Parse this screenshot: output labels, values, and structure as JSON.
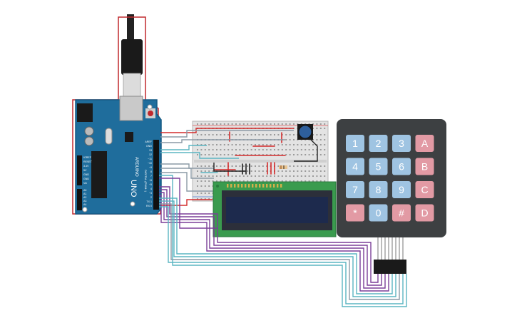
{
  "arduino": {
    "brand": "ARDUINO",
    "model": "UNO",
    "header_labels": [
      "AREF",
      "GND",
      "13",
      "12",
      "~11",
      "~10",
      "~9",
      "8",
      "7",
      "~6",
      "~5",
      "4",
      "~3",
      "2",
      "TX 1",
      "RX 0"
    ],
    "power_labels": [
      "IOREF",
      "RESET",
      "3.3V",
      "5V",
      "GND",
      "GND",
      "Vin"
    ],
    "analog_labels": [
      "A0",
      "A1",
      "A2",
      "A3",
      "A4",
      "A5"
    ],
    "digital_title": "DIGITAL (PWM~)"
  },
  "keypad": {
    "keys": [
      {
        "label": "1",
        "kind": "num"
      },
      {
        "label": "2",
        "kind": "num"
      },
      {
        "label": "3",
        "kind": "num"
      },
      {
        "label": "A",
        "kind": "letter"
      },
      {
        "label": "4",
        "kind": "num"
      },
      {
        "label": "5",
        "kind": "num"
      },
      {
        "label": "6",
        "kind": "num"
      },
      {
        "label": "B",
        "kind": "letter"
      },
      {
        "label": "7",
        "kind": "num"
      },
      {
        "label": "8",
        "kind": "num"
      },
      {
        "label": "9",
        "kind": "num"
      },
      {
        "label": "C",
        "kind": "letter"
      },
      {
        "label": "*",
        "kind": "letter"
      },
      {
        "label": "0",
        "kind": "num"
      },
      {
        "label": "#",
        "kind": "letter"
      },
      {
        "label": "D",
        "kind": "letter"
      }
    ]
  },
  "lcd": {
    "type": "16x2 LCD"
  },
  "colors": {
    "board": "#1f6d9c",
    "board_dark": "#155a84",
    "usb_outline": "#c0282d",
    "keypad_body": "#3d4042",
    "key_blue": "#9fc4e2",
    "key_red": "#e29aa4",
    "lcd_pcb": "#3a9b4e",
    "lcd_screen": "#1d2a4d",
    "wire_gray": "#8c9aa6",
    "wire_teal": "#5bb5c2",
    "wire_purple": "#7b3f98",
    "wire_red": "#d42b2b",
    "wire_black": "#222222"
  }
}
